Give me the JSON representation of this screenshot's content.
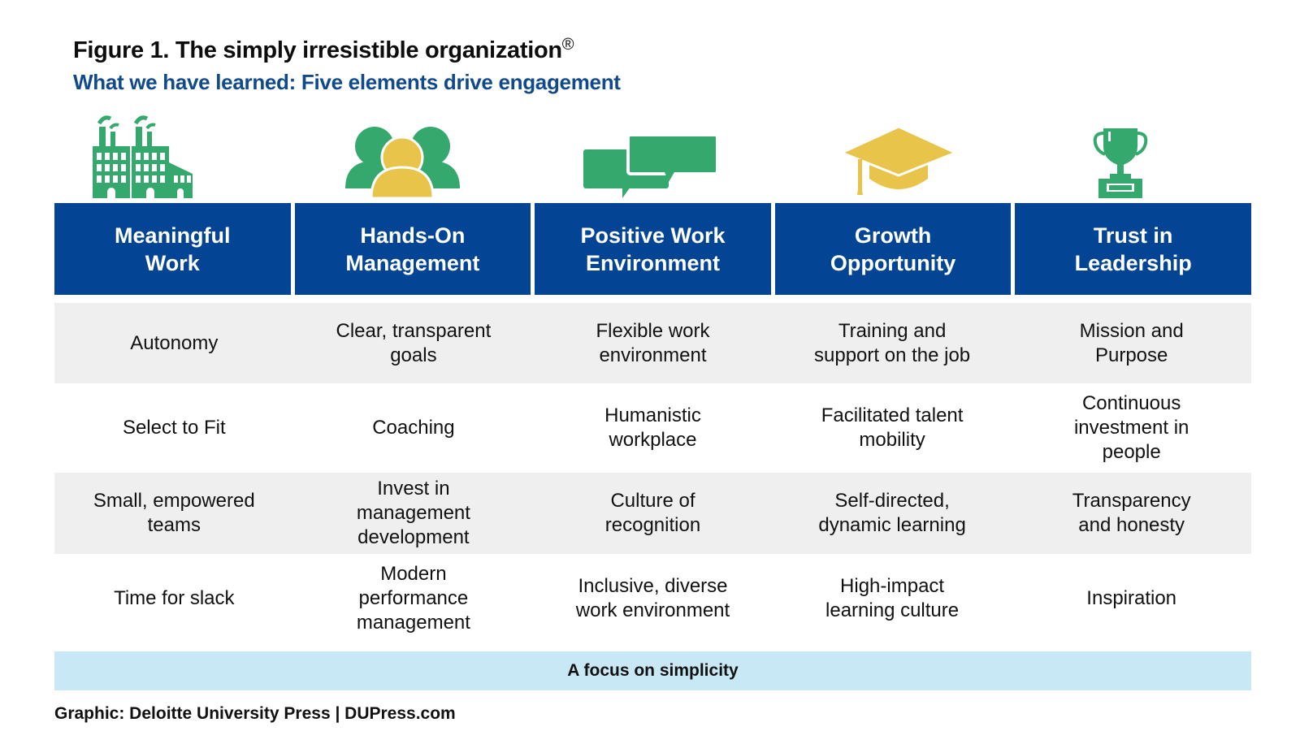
{
  "figure": {
    "title": "Figure 1. The simply irresistible organization",
    "title_mark": "®",
    "subtitle": "What we have learned: Five elements drive engagement"
  },
  "colors": {
    "header_blue": "#034594",
    "subtitle_blue": "#114a8c",
    "icon_green": "#35a96d",
    "icon_yellow": "#e9c44a",
    "row_shade": "#efefef",
    "footer_band": "#c9e8f6"
  },
  "columns": [
    {
      "icon": "factory-icon",
      "header": "Meaningful\nWork",
      "items": [
        "Autonomy",
        "Select to Fit",
        "Small, empowered\nteams",
        "Time for slack"
      ]
    },
    {
      "icon": "people-group-icon",
      "header": "Hands-On\nManagement",
      "items": [
        "Clear, transparent\ngoals",
        "Coaching",
        "Invest in\nmanagement\ndevelopment",
        "Modern\nperformance\nmanagement"
      ]
    },
    {
      "icon": "speech-bubbles-icon",
      "header": "Positive Work\nEnvironment",
      "items": [
        "Flexible work\nenvironment",
        "Humanistic\nworkplace",
        "Culture of\nrecognition",
        "Inclusive, diverse\nwork environment"
      ]
    },
    {
      "icon": "graduation-cap-icon",
      "header": "Growth\nOpportunity",
      "items": [
        "Training and\nsupport on the job",
        "Facilitated talent\nmobility",
        "Self-directed,\ndynamic learning",
        "High-impact\nlearning culture"
      ]
    },
    {
      "icon": "trophy-icon",
      "header": "Trust in\nLeadership",
      "items": [
        "Mission and\nPurpose",
        "Continuous\ninvestment in\npeople",
        "Transparency\nand honesty",
        "Inspiration"
      ]
    }
  ],
  "footer_band": "A focus on simplicity",
  "credit": "Graphic: Deloitte University Press | DUPress.com"
}
